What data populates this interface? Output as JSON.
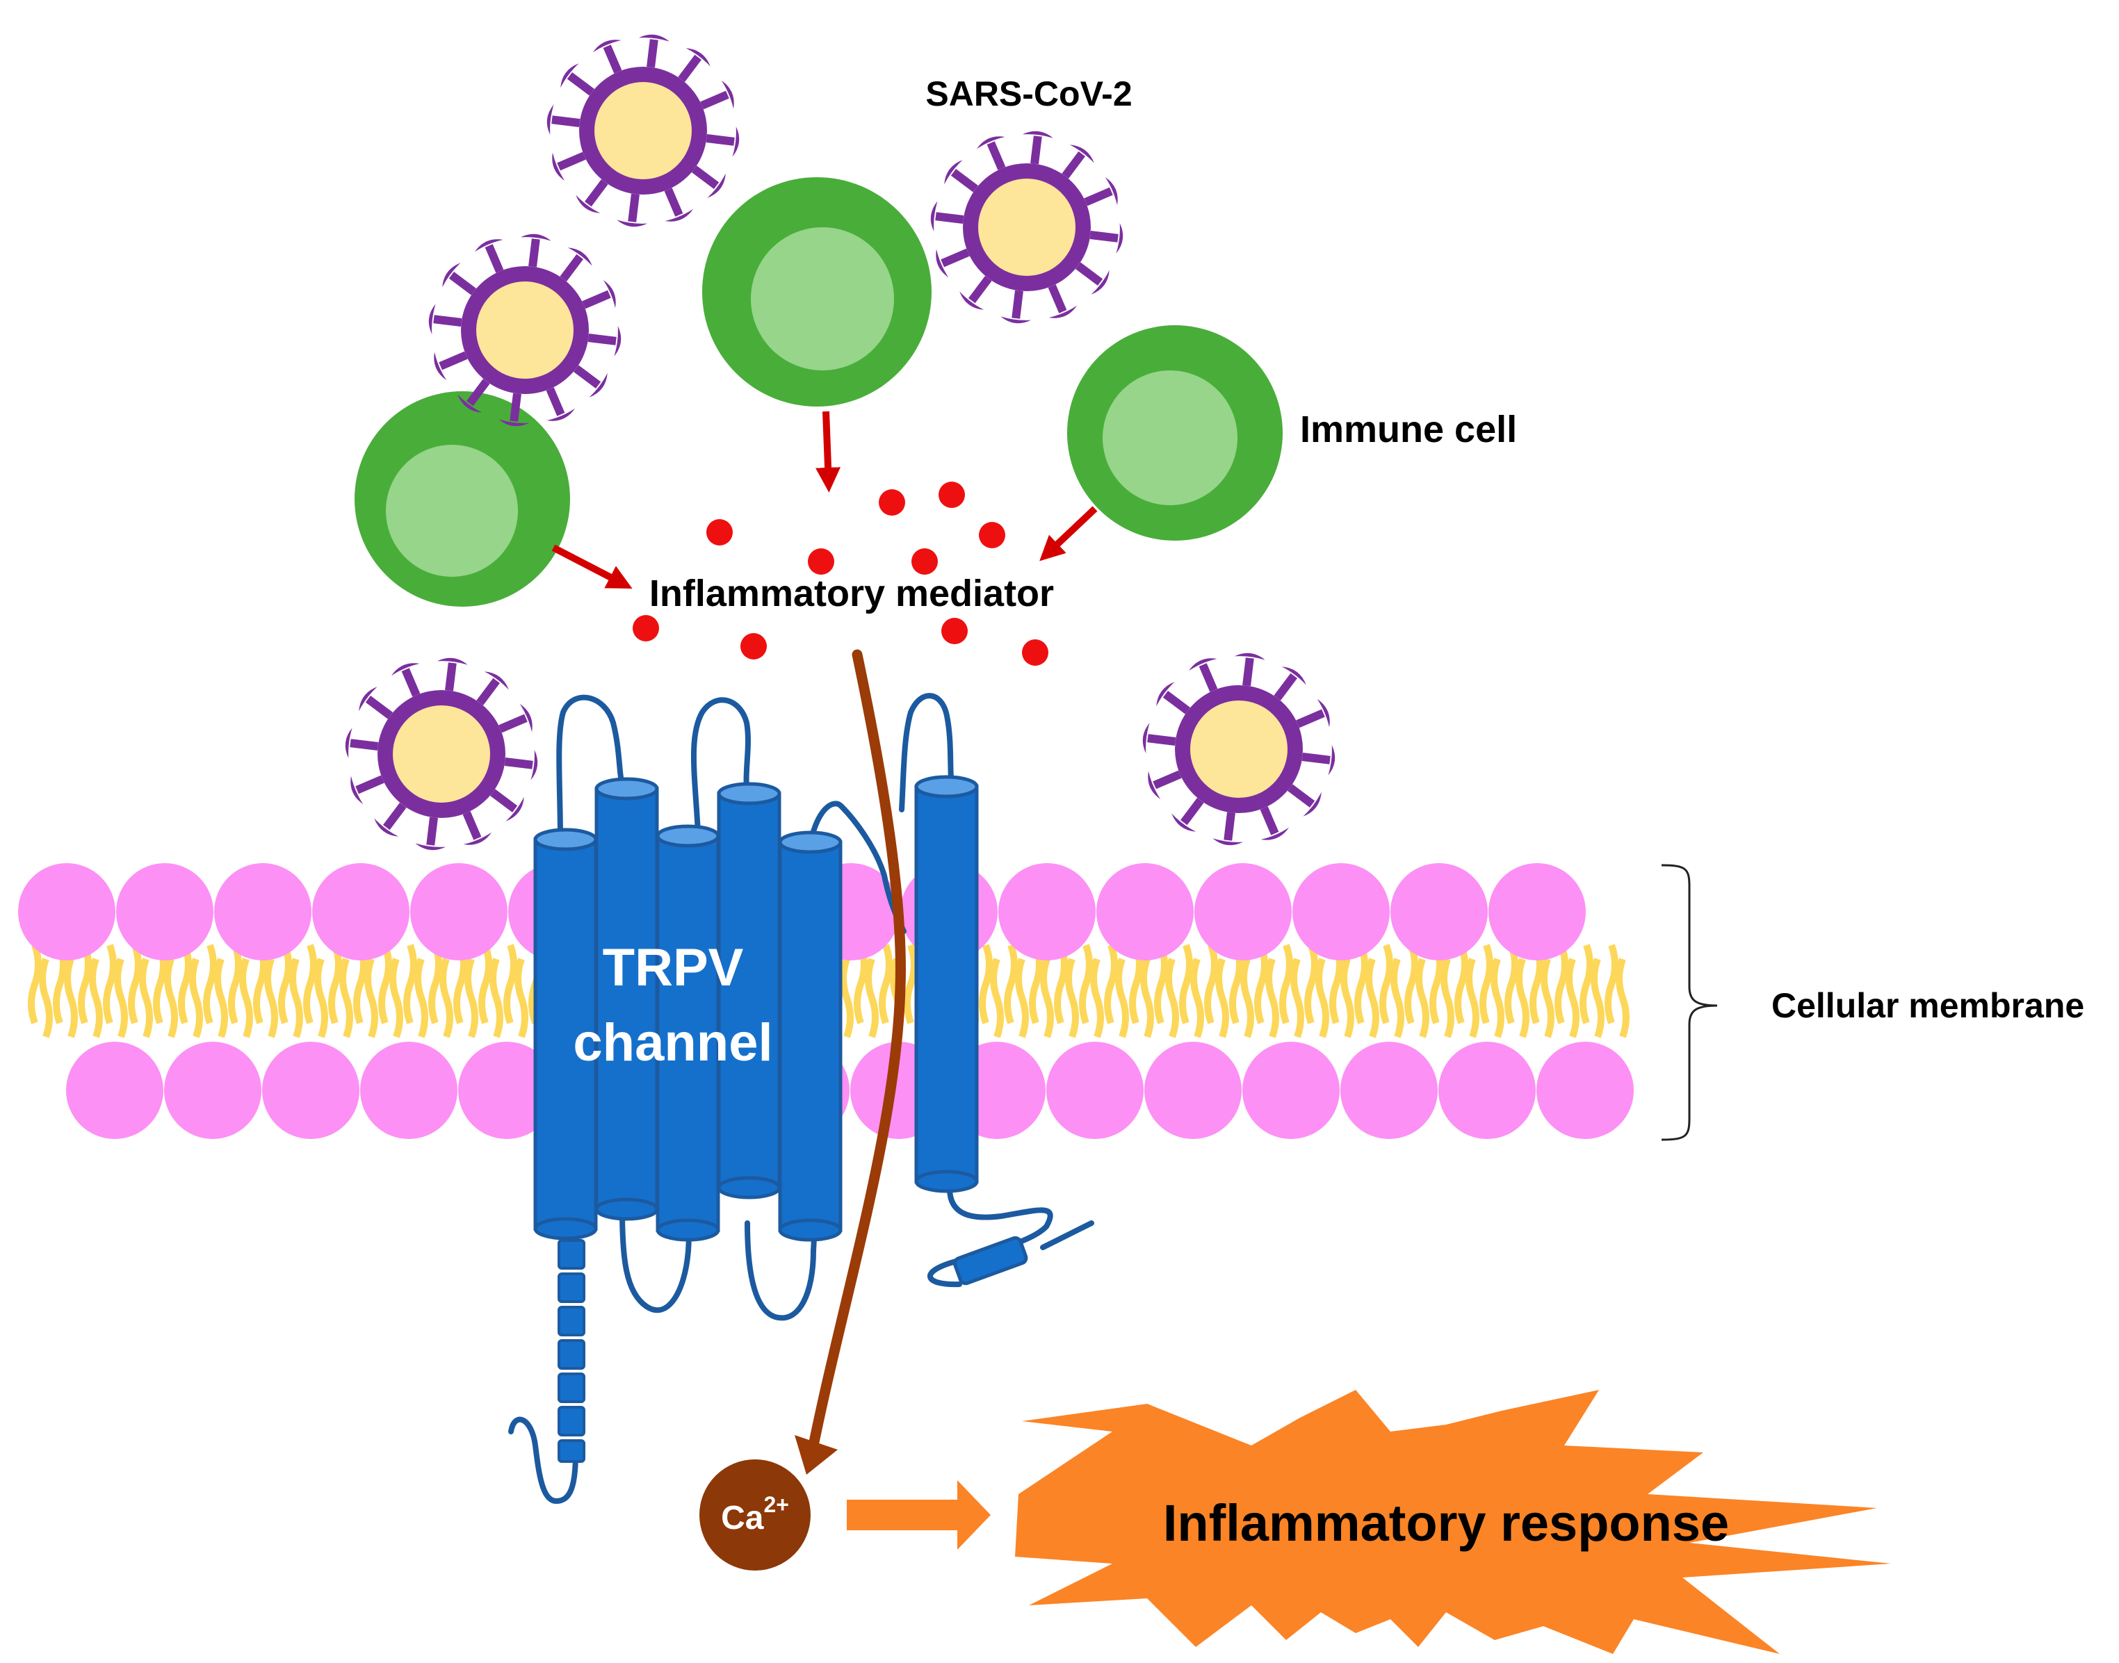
{
  "labels": {
    "virus": "SARS-CoV-2",
    "immune_cell": "Immune cell",
    "mediator": "Inflammatory mediator",
    "channel_line1": "TRPV",
    "channel_line2": "channel",
    "membrane": "Cellular membrane",
    "ion_base": "Ca",
    "ion_charge": "2+",
    "response": "Inflammatory response"
  },
  "colors": {
    "virus_envelope": "#7b2f9e",
    "virus_core": "#fde59a",
    "cell_outer": "#49ad3a",
    "cell_inner": "#96d58a",
    "mediator": "#ee1010",
    "arrow_red": "#d40000",
    "lipid_head": "#fc90f4",
    "lipid_tail": "#fcd75a",
    "channel": "#1570cc",
    "channel_top": "#5aa0e6",
    "loop": "#1c5aa0",
    "ca_flow": "#9b3b07",
    "ion": "#8c3808",
    "response": "#fb8426"
  },
  "icons": [
    "virus-icon",
    "immune-cell-icon",
    "ion-icon",
    "starburst-icon"
  ]
}
